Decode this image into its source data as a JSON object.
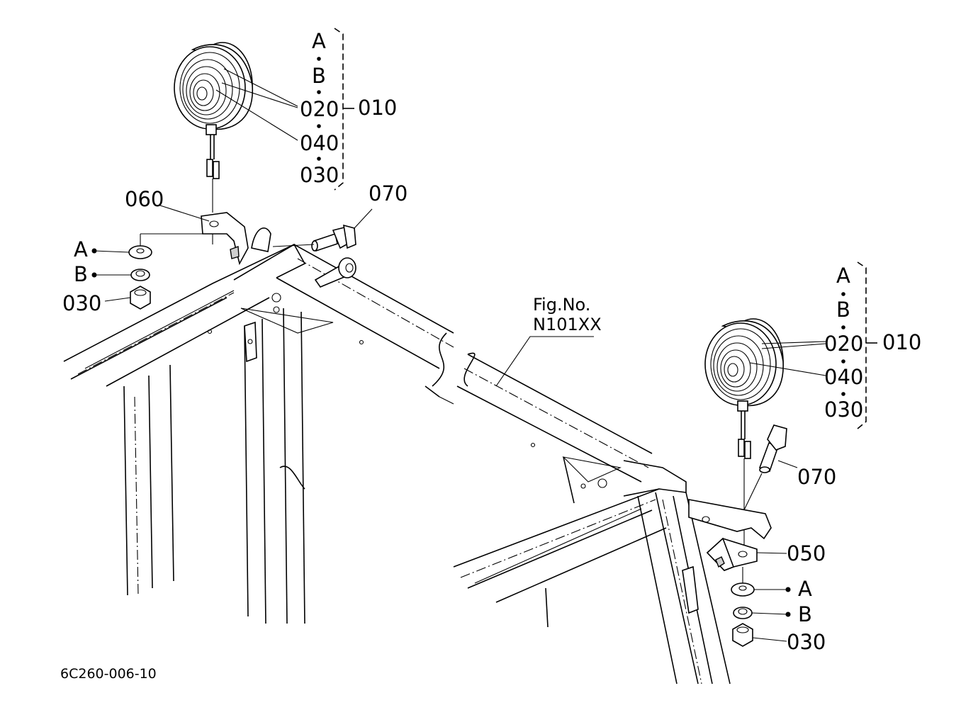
{
  "diagram_id": "6C260-006-10",
  "reference": {
    "line1": "Fig.No.",
    "line2": "N101XX"
  },
  "left_assembly": {
    "group": [
      "A",
      "B",
      "020",
      "040",
      "030"
    ],
    "group_ref": "010",
    "bracket_part": "060",
    "bolt_part": "070",
    "hardware": [
      "A",
      "B",
      "030"
    ]
  },
  "right_assembly": {
    "group": [
      "A",
      "B",
      "020",
      "040",
      "030"
    ],
    "group_ref": "010",
    "bolt_part": "070",
    "bracket_part": "050",
    "hardware": [
      "A",
      "B",
      "030"
    ]
  }
}
